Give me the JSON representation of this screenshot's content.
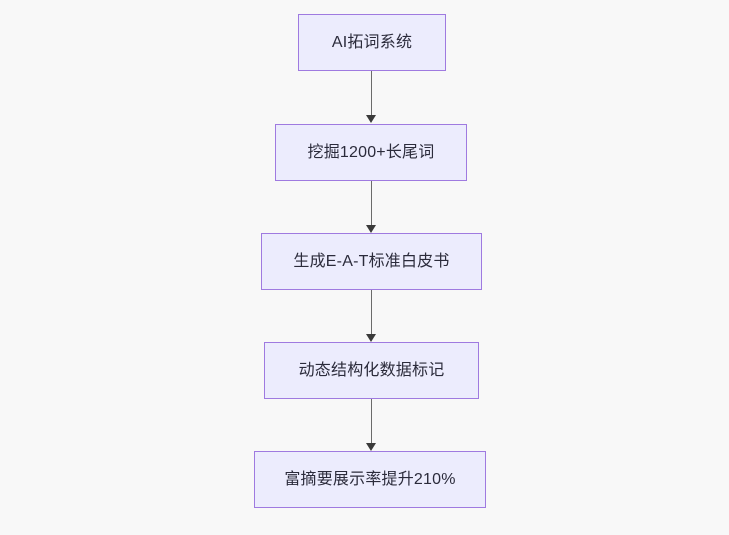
{
  "diagram": {
    "type": "flowchart",
    "direction": "top-to-bottom",
    "background_color": "#f8f8f8",
    "node_fill_color": "#ececfd",
    "node_border_color": "#9f7ae0",
    "node_text_color": "#2b2b3b",
    "edge_color": "#6b6b6b",
    "arrowhead_color": "#3a3a3a",
    "nodes": [
      {
        "id": "n1",
        "label": "AI拓词系统"
      },
      {
        "id": "n2",
        "label": "挖掘1200+长尾词"
      },
      {
        "id": "n3",
        "label": "生成E-A-T标准白皮书"
      },
      {
        "id": "n4",
        "label": "动态结构化数据标记"
      },
      {
        "id": "n5",
        "label": "富摘要展示率提升210%"
      }
    ],
    "edges": [
      {
        "from": "n1",
        "to": "n2"
      },
      {
        "from": "n2",
        "to": "n3"
      },
      {
        "from": "n3",
        "to": "n4"
      },
      {
        "from": "n4",
        "to": "n5"
      }
    ]
  }
}
